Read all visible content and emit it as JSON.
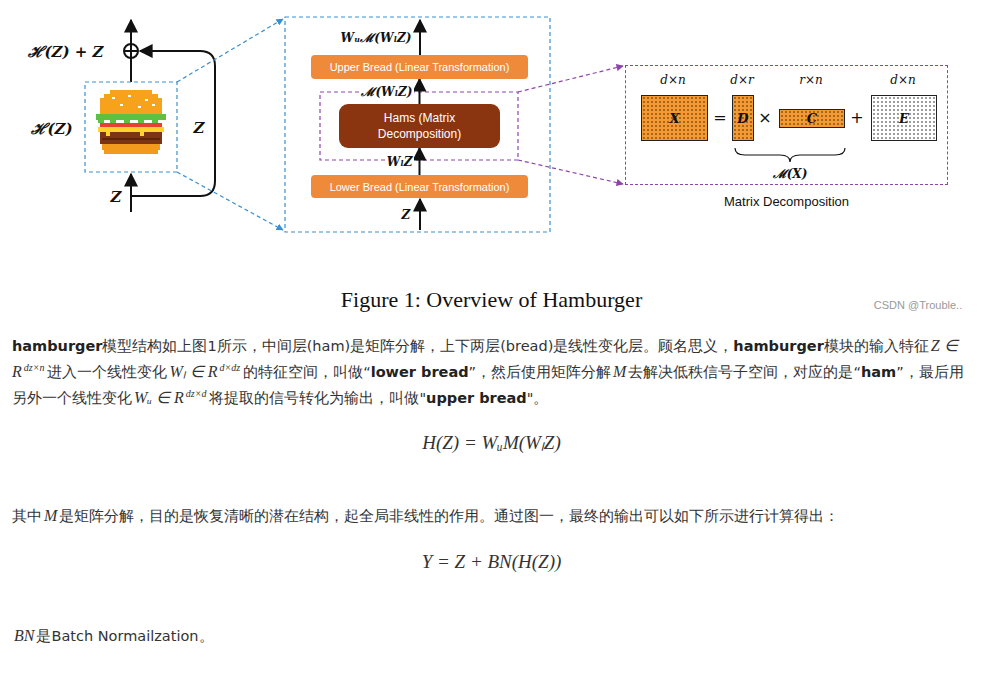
{
  "diagram": {
    "caption": "Figure 1: Overview of Hamburger",
    "nodes": [
      {
        "text": [
          "Upper Bread (Linear Transformation)"
        ]
      },
      {
        "text": [
          "Hams (Matrix Decomposition)"
        ]
      },
      {
        "text": [
          "Lower Bread (Linear Transformation)"
        ]
      },
      {
        "text": [
          "Matrix Decomposition"
        ]
      },
      {
        "text": [
          "X"
        ],
        "in": 3
      },
      {
        "text": [
          "D"
        ],
        "in": 3
      },
      {
        "text": [
          "C"
        ],
        "in": 3
      },
      {
        "text": [
          "E"
        ],
        "in": 3
      }
    ],
    "edges": [
      {
        "from": 2,
        "to": 1,
        "arrow": "to",
        "label": "WₗZ"
      },
      {
        "from": 1,
        "to": 0,
        "arrow": "to",
        "label": "ℳ(WₗZ)"
      }
    ],
    "labels": [
      "ℋ(Z) + Z",
      "ℋ(Z)",
      "Z",
      "Z",
      "Wᵤℳ(WₗZ)",
      "Z",
      "d×n",
      "d×r",
      "r×n",
      "d×n",
      "=",
      "×",
      "+",
      "ℳ(X)",
      "CSDN @Trouble..",
      "hamburger",
      "模型结构如上图1所示，中间层(ham)是矩阵分解，上下两层(bread)是线性变化层。顾名思义，",
      "hamburger",
      "模块的输入特征",
      "Z ∈ R",
      "dz×n",
      "进入一个线性变化",
      "Wₗ ∈ R",
      "d×dz",
      "的特征空间，叫做“",
      "lower bread",
      "”，然后使用矩阵分解",
      "M",
      "去解决低秩信号子空间，对应的是“",
      "ham",
      "”，最后用另外一个线性变化",
      "Wᵤ ∈ R",
      "dz×d",
      "将提取的信号转化为输出，叫做\"",
      "upper bread",
      "\"。",
      "H(Z) = WᵤM(WₗZ)",
      "其中",
      "M",
      "是矩阵分解，目的是恢复清晰的潜在结构，起全局非线性的作用。通过图一，最终的输出可以如下所示进行计算得出：",
      "Y = Z + BN(H(Z))",
      "BN",
      "是Batch Normailzation。"
    ]
  }
}
